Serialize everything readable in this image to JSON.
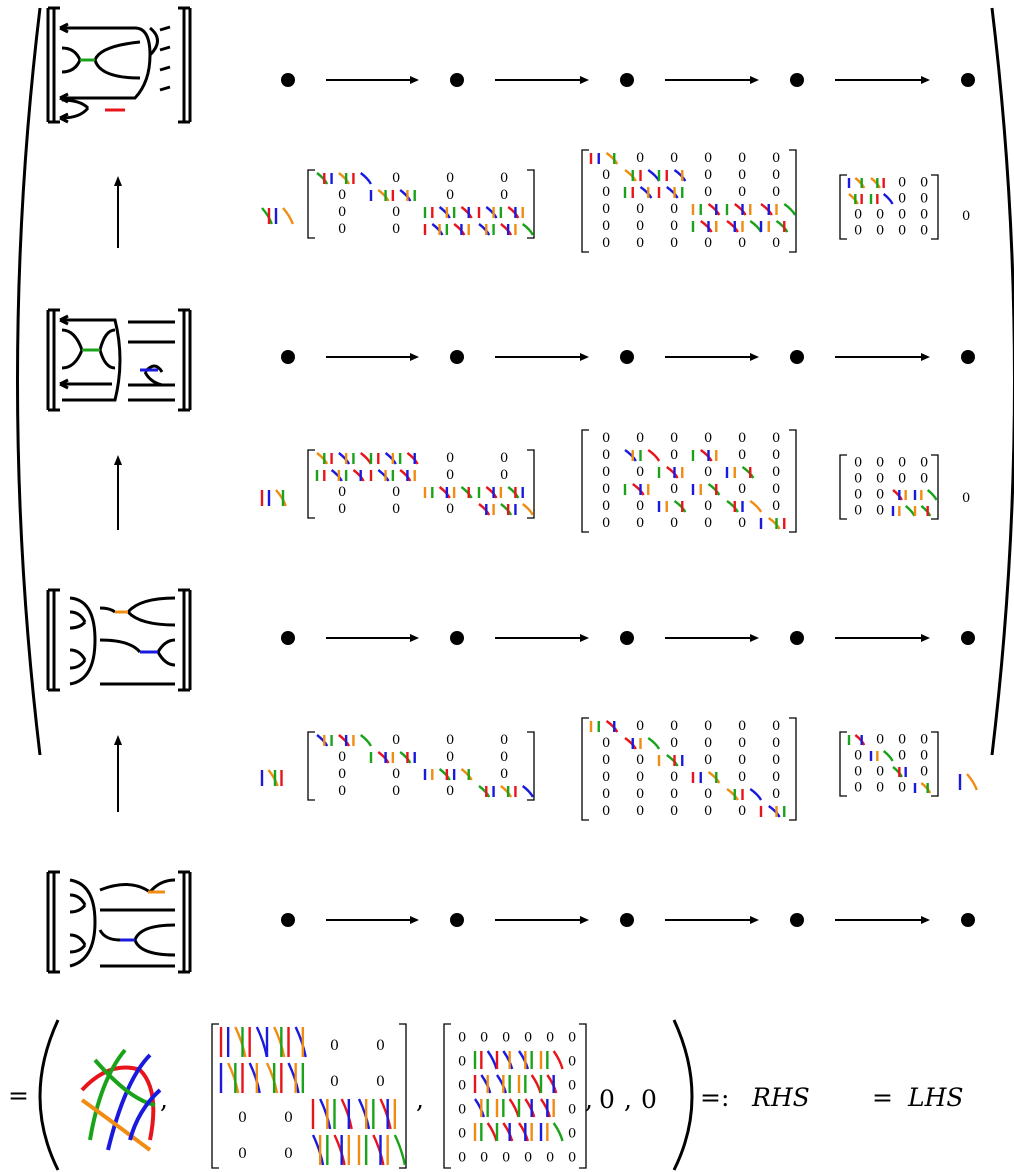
{
  "rows_top": [
    {
      "matrices": [
        {
          "rows": 4,
          "cols": 4,
          "zeros": [
            [
              0,
              1
            ],
            [
              0,
              2
            ],
            [
              0,
              3
            ],
            [
              1,
              0
            ],
            [
              1,
              2
            ],
            [
              1,
              3
            ],
            [
              2,
              0
            ],
            [
              2,
              1
            ],
            [
              3,
              0
            ],
            [
              3,
              1
            ]
          ]
        },
        {
          "rows": 6,
          "cols": 6,
          "zeros": [
            [
              0,
              1
            ],
            [
              0,
              2
            ],
            [
              0,
              3
            ],
            [
              0,
              4
            ],
            [
              0,
              5
            ],
            [
              1,
              0
            ],
            [
              1,
              3
            ],
            [
              1,
              4
            ],
            [
              1,
              5
            ],
            [
              2,
              0
            ],
            [
              2,
              3
            ],
            [
              2,
              4
            ],
            [
              2,
              5
            ],
            [
              3,
              0
            ],
            [
              3,
              1
            ],
            [
              3,
              2
            ],
            [
              4,
              0
            ],
            [
              4,
              1
            ],
            [
              4,
              2
            ],
            [
              5,
              0
            ],
            [
              5,
              1
            ],
            [
              5,
              2
            ],
            [
              5,
              3
            ],
            [
              5,
              4
            ],
            [
              5,
              5
            ]
          ]
        },
        {
          "rows": 4,
          "cols": 4,
          "zeros": [
            [
              0,
              2
            ],
            [
              0,
              3
            ],
            [
              1,
              2
            ],
            [
              1,
              3
            ],
            [
              2,
              0
            ],
            [
              2,
              1
            ],
            [
              2,
              2
            ],
            [
              2,
              3
            ],
            [
              3,
              0
            ],
            [
              3,
              1
            ],
            [
              3,
              2
            ],
            [
              3,
              3
            ]
          ]
        }
      ],
      "tail": "0"
    },
    {
      "matrices": [
        {
          "rows": 4,
          "cols": 4,
          "zeros": [
            [
              0,
              2
            ],
            [
              0,
              3
            ],
            [
              1,
              2
            ],
            [
              1,
              3
            ],
            [
              2,
              0
            ],
            [
              2,
              1
            ],
            [
              3,
              0
            ],
            [
              3,
              1
            ],
            [
              3,
              2
            ]
          ]
        },
        {
          "rows": 6,
          "cols": 6,
          "zeros": [
            [
              0,
              0
            ],
            [
              0,
              1
            ],
            [
              0,
              2
            ],
            [
              0,
              3
            ],
            [
              0,
              4
            ],
            [
              0,
              5
            ],
            [
              1,
              0
            ],
            [
              1,
              2
            ],
            [
              1,
              4
            ],
            [
              1,
              5
            ],
            [
              2,
              0
            ],
            [
              2,
              1
            ],
            [
              2,
              3
            ],
            [
              2,
              5
            ],
            [
              3,
              0
            ],
            [
              3,
              2
            ],
            [
              3,
              4
            ],
            [
              3,
              5
            ],
            [
              4,
              0
            ],
            [
              4,
              1
            ],
            [
              4,
              3
            ],
            [
              4,
              5
            ],
            [
              5,
              0
            ],
            [
              5,
              1
            ],
            [
              5,
              2
            ],
            [
              5,
              3
            ],
            [
              5,
              4
            ]
          ]
        },
        {
          "rows": 4,
          "cols": 4,
          "zeros": [
            [
              0,
              0
            ],
            [
              0,
              1
            ],
            [
              0,
              2
            ],
            [
              0,
              3
            ],
            [
              1,
              0
            ],
            [
              1,
              1
            ],
            [
              1,
              2
            ],
            [
              1,
              3
            ],
            [
              2,
              0
            ],
            [
              2,
              1
            ],
            [
              3,
              0
            ],
            [
              3,
              1
            ]
          ]
        }
      ],
      "tail": "0"
    },
    {
      "matrices": [
        {
          "rows": 4,
          "cols": 4,
          "zeros": [
            [
              0,
              1
            ],
            [
              0,
              2
            ],
            [
              0,
              3
            ],
            [
              1,
              0
            ],
            [
              1,
              2
            ],
            [
              1,
              3
            ],
            [
              2,
              0
            ],
            [
              2,
              1
            ],
            [
              2,
              3
            ],
            [
              3,
              0
            ],
            [
              3,
              1
            ],
            [
              3,
              2
            ]
          ]
        },
        {
          "rows": 6,
          "cols": 6,
          "zeros": [
            [
              0,
              1
            ],
            [
              0,
              2
            ],
            [
              0,
              3
            ],
            [
              0,
              4
            ],
            [
              0,
              5
            ],
            [
              1,
              0
            ],
            [
              1,
              2
            ],
            [
              1,
              3
            ],
            [
              1,
              4
            ],
            [
              1,
              5
            ],
            [
              2,
              0
            ],
            [
              2,
              1
            ],
            [
              2,
              3
            ],
            [
              2,
              4
            ],
            [
              2,
              5
            ],
            [
              3,
              0
            ],
            [
              3,
              1
            ],
            [
              3,
              2
            ],
            [
              3,
              4
            ],
            [
              3,
              5
            ],
            [
              4,
              0
            ],
            [
              4,
              1
            ],
            [
              4,
              2
            ],
            [
              4,
              3
            ],
            [
              4,
              5
            ],
            [
              5,
              0
            ],
            [
              5,
              1
            ],
            [
              5,
              2
            ],
            [
              5,
              3
            ],
            [
              5,
              4
            ]
          ]
        },
        {
          "rows": 4,
          "cols": 4,
          "zeros": [
            [
              0,
              1
            ],
            [
              0,
              2
            ],
            [
              0,
              3
            ],
            [
              1,
              0
            ],
            [
              1,
              2
            ],
            [
              1,
              3
            ],
            [
              2,
              0
            ],
            [
              2,
              1
            ],
            [
              2,
              3
            ],
            [
              3,
              0
            ],
            [
              3,
              1
            ],
            [
              3,
              2
            ]
          ]
        }
      ],
      "tail": ""
    }
  ],
  "bottom": {
    "eq_sign": "=",
    "comma": ",",
    "m1": {
      "rows": 4,
      "cols": 4,
      "zeros": [
        [
          0,
          2
        ],
        [
          0,
          3
        ],
        [
          1,
          2
        ],
        [
          1,
          3
        ],
        [
          2,
          0
        ],
        [
          2,
          1
        ],
        [
          3,
          0
        ],
        [
          3,
          1
        ]
      ]
    },
    "m2": {
      "rows": 6,
      "cols": 6,
      "zeros": [
        [
          0,
          0
        ],
        [
          0,
          1
        ],
        [
          0,
          2
        ],
        [
          0,
          3
        ],
        [
          0,
          4
        ],
        [
          0,
          5
        ],
        [
          1,
          0
        ],
        [
          1,
          5
        ],
        [
          2,
          0
        ],
        [
          2,
          5
        ],
        [
          3,
          0
        ],
        [
          3,
          5
        ],
        [
          4,
          0
        ],
        [
          4,
          5
        ],
        [
          5,
          0
        ],
        [
          5,
          1
        ],
        [
          5,
          2
        ],
        [
          5,
          3
        ],
        [
          5,
          4
        ],
        [
          5,
          5
        ]
      ]
    },
    "zero_a": "0",
    "zero_b": "0",
    "def": "=:",
    "rhs": "RHS",
    "lhs": "LHS"
  },
  "zero_label": "0",
  "colors": {
    "ink": "#000000",
    "green": "#1aa31a",
    "red": "#e8141b",
    "blue": "#1a1adf",
    "orange": "#f08c12"
  }
}
